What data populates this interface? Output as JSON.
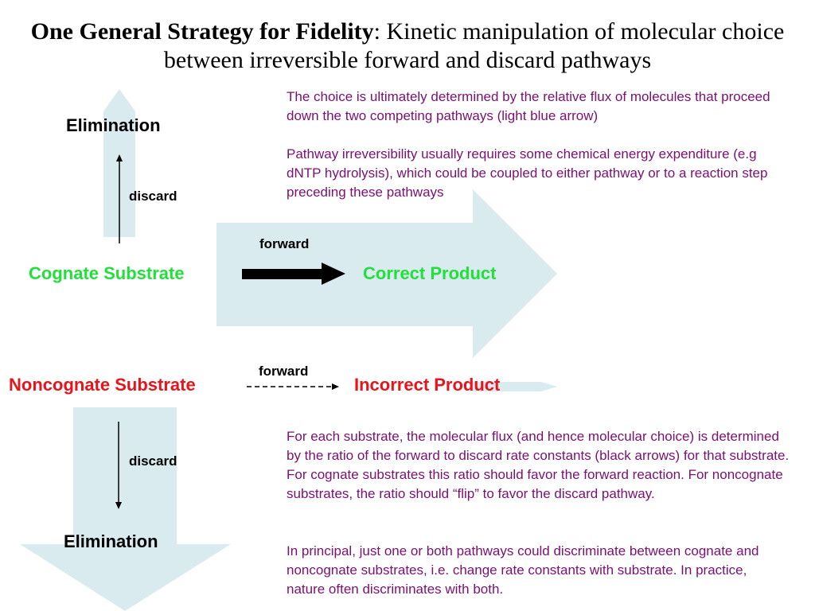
{
  "title": {
    "bold": "One General Strategy for Fidelity",
    "rest": ": Kinetic manipulation of molecular choice between irreversible forward and discard pathways"
  },
  "labels": {
    "elimination_top": "Elimination",
    "discard_top": "discard",
    "forward_top": "forward",
    "cognate_substrate": "Cognate Substrate",
    "correct_product": "Correct Product",
    "forward_bottom": "forward",
    "noncognate_substrate": "Noncognate Substrate",
    "incorrect_product": "Incorrect Product",
    "discard_bottom": "discard",
    "elimination_bottom": "Elimination"
  },
  "notes": {
    "p1": "The choice is ultimately determined by the relative flux of molecules that proceed down the two competing pathways (light blue arrow)",
    "p2": "Pathway irreversibility usually requires some chemical energy expenditure (e.g dNTP hydrolysis), which could be coupled to either pathway or to a reaction step preceding these pathways",
    "p3": "For each substrate, the molecular flux (and hence molecular choice) is determined by the ratio of the forward to discard rate constants (black arrows) for that substrate.  For cognate substrates this ratio should favor the forward reaction.  For noncognate substrates, the ratio should “flip” to favor the discard pathway.",
    "p4": "In principal, just one or both pathways could discriminate between cognate and noncognate substrates, i.e. change rate constants with substrate.  In practice, nature often discriminates with both."
  },
  "colors": {
    "flux_arrow": "#d9ebee",
    "cognate": "#22e03a",
    "noncognate": "#e8141b",
    "note_text": "#7b0f72"
  }
}
